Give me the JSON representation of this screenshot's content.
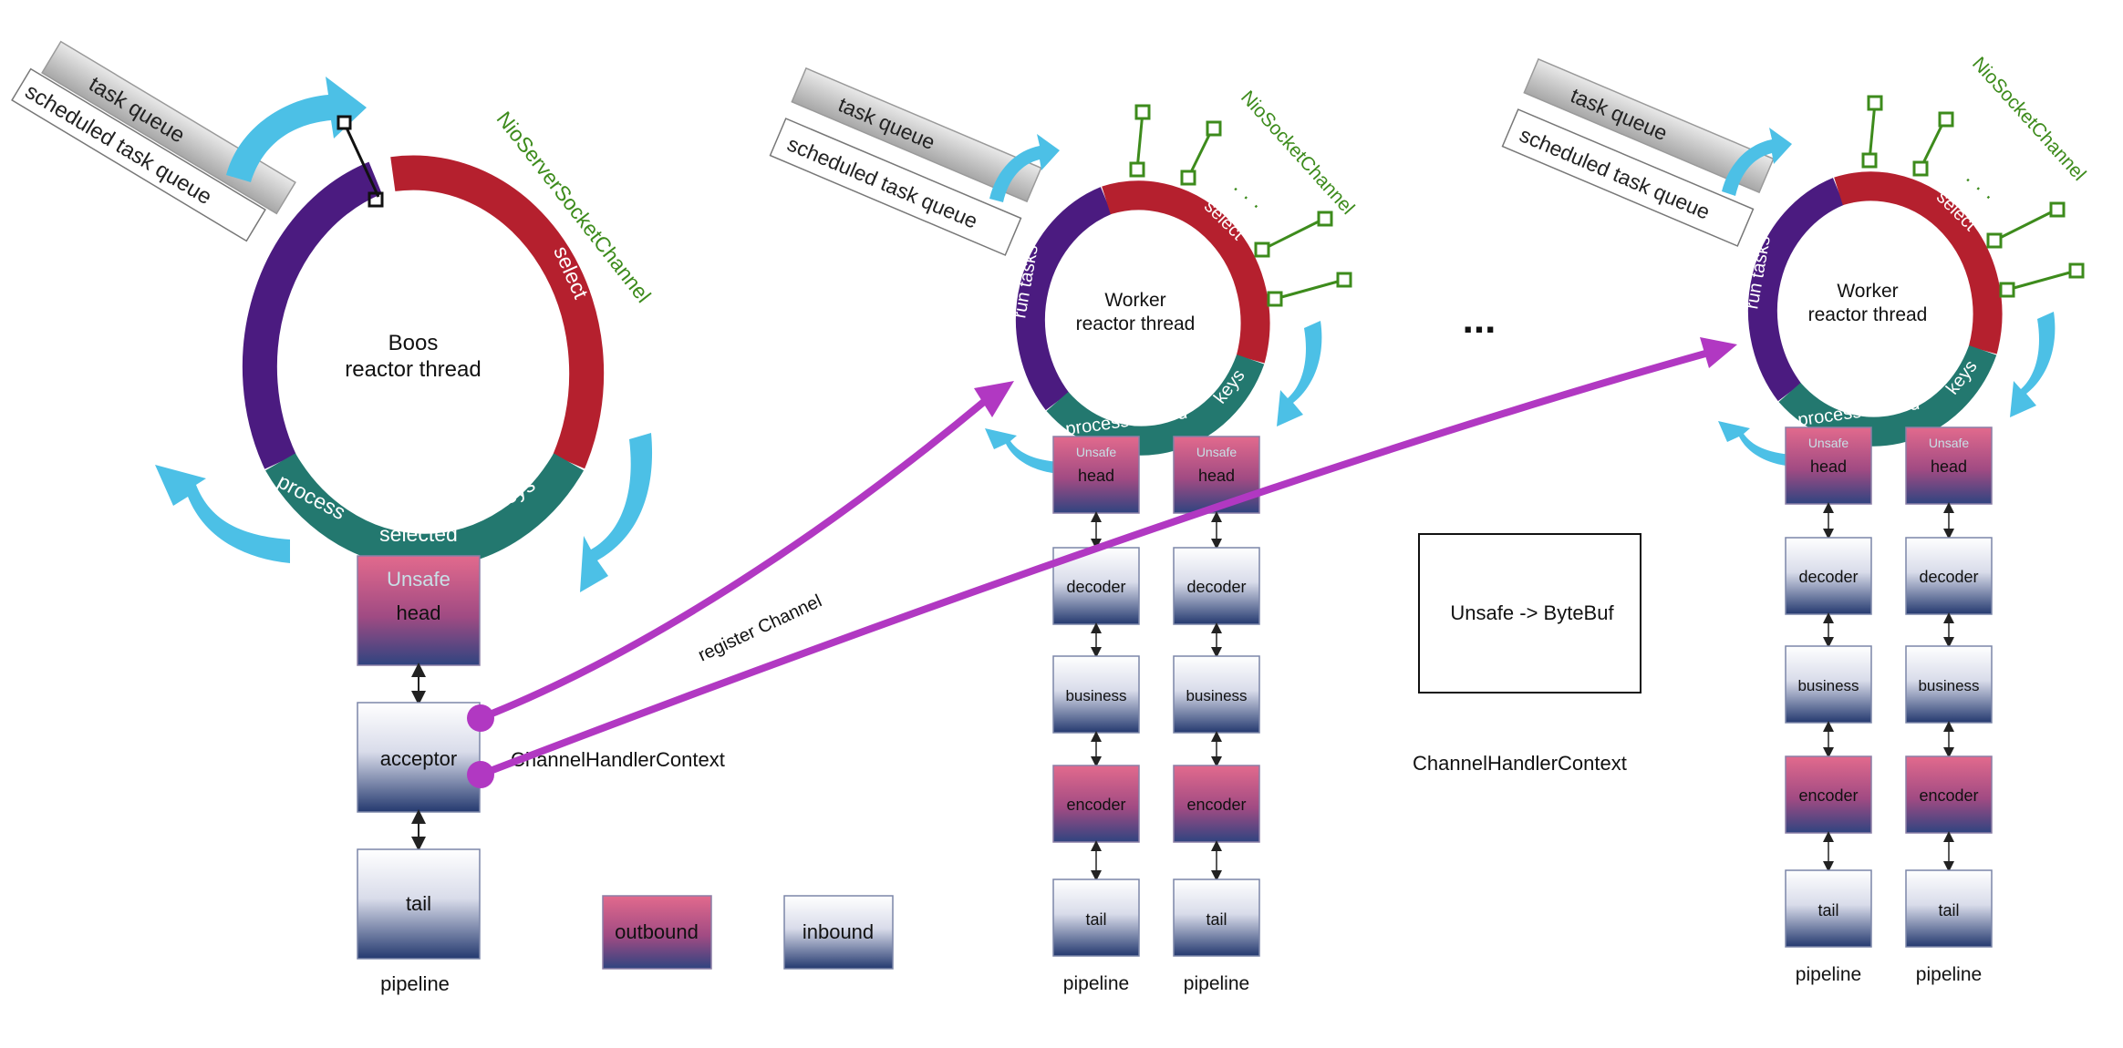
{
  "colors": {
    "ring_purple": "#4b1b80",
    "ring_red": "#b5202e",
    "ring_teal": "#23786f",
    "arrow_blue": "#4cc0e6",
    "connector_magenta": "#b138c2",
    "channel_green": "#3d8b1c",
    "outbound_top": "#e0668a",
    "outbound_bottom": "#34477e",
    "inbound_top": "#ffffff",
    "inbound_bottom": "#2a3d73"
  },
  "boss": {
    "center_line1": "Boos",
    "center_line2": "reactor thread",
    "task_queue": "task queue",
    "scheduled_task_queue": "scheduled task queue",
    "seg_run_tasks": "run tasks",
    "seg_select": "select",
    "seg_process": "process",
    "seg_selected": "selected",
    "seg_keys": "keys",
    "channel_type": "NioServerSocketChannel",
    "pipeline_label": "pipeline",
    "handlers": {
      "head_top": "Unsafe",
      "head": "head",
      "acceptor": "acceptor",
      "tail": "tail"
    }
  },
  "workers": [
    {
      "center_line1": "Worker",
      "center_line2": "reactor thread",
      "task_queue": "task queue",
      "scheduled_task_queue": "scheduled task queue",
      "seg_run_tasks": "run tasks",
      "seg_select": "select",
      "seg_process_selected": "processelected",
      "seg_keys": "keys",
      "channel_type": "NioSocketChannel",
      "dots": "· · ·",
      "pipelines": [
        {
          "label": "pipeline",
          "head_top": "Unsafe",
          "head": "head",
          "decoder": "decoder",
          "business": "business",
          "encoder": "encoder",
          "tail": "tail"
        },
        {
          "label": "pipeline",
          "head_top": "Unsafe",
          "head": "head",
          "decoder": "decoder",
          "business": "business",
          "encoder": "encoder",
          "tail": "tail"
        }
      ]
    },
    {
      "center_line1": "Worker",
      "center_line2": "reactor thread",
      "task_queue": "task queue",
      "scheduled_task_queue": "scheduled task queue",
      "seg_run_tasks": "run tasks",
      "seg_select": "select",
      "seg_process_selected": "processelected",
      "seg_keys": "keys",
      "channel_type": "NioSocketChannel",
      "dots": "· · ·",
      "pipelines": [
        {
          "label": "pipeline",
          "head_top": "Unsafe",
          "head": "head",
          "decoder": "decoder",
          "business": "business",
          "encoder": "encoder",
          "tail": "tail"
        },
        {
          "label": "pipeline",
          "head_top": "Unsafe",
          "head": "head",
          "decoder": "decoder",
          "business": "business",
          "encoder": "encoder",
          "tail": "tail"
        }
      ]
    }
  ],
  "register_channel": "register Channel",
  "channel_handler_context_1": "ChannelHandlerContext",
  "channel_handler_context_2": "ChannelHandlerContext",
  "ellipsis": "...",
  "legend": {
    "outbound": "outbound",
    "inbound": "inbound"
  },
  "note_box": "Unsafe -> ByteBuf"
}
